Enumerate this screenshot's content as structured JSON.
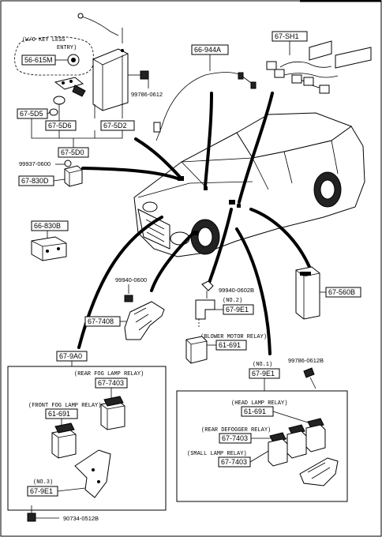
{
  "parts": {
    "p66_944A": "66-944A",
    "p67_SH1": "67-SH1",
    "p56_615M": "56-615M",
    "p67_5D5": "67-5D5",
    "p67_5D6": "67-5D6",
    "p67_5D2": "67-5D2",
    "p67_5D0": "67-5D0",
    "p67_830D": "67-830D",
    "p66_830B": "66-830B",
    "p67_7408": "67-7408",
    "p67_9E1_no2": "67-9E1",
    "p61_691_blower": "61-691",
    "p67_560B": "67-560B",
    "p67_9A0": "67-9A0",
    "p67_7403_rearfog": "67-7403",
    "p61_691_frontfog": "61-691",
    "p67_9E1_no3": "67-9E1",
    "p67_9E1_no1": "67-9E1",
    "p61_691_head": "61-691",
    "p67_7403_defog": "67-7403",
    "p67_7403_small": "67-7403"
  },
  "small_numbers": {
    "n99786_0612_top": "99786-0612",
    "n99937_0600": "99937-0600",
    "n99940_0600": "99940-0600",
    "n99940_0602B": "99940-0602B",
    "n99786_0612B": "99786-0612B",
    "n90734_0512B": "90734-0512B"
  },
  "labels": {
    "key_less_1": "(W/O KEY LESS",
    "key_less_2": "ENTRY)",
    "no2": "(NO.2)",
    "no3": "(NO.3)",
    "no1": "(NO.1)",
    "blower": "(BLOWER MOTOR RELAY)",
    "rear_fog": "(REAR FOG LAMP RELAY)",
    "front_fog": "(FRONT FOG LAMP RELAY)",
    "head_lamp": "(HEAD LAMP RELAY)",
    "rear_defogger": "(REAR DEFOGGER RELAY)",
    "small_lamp": "(SMALL LAMP RELAY)"
  }
}
